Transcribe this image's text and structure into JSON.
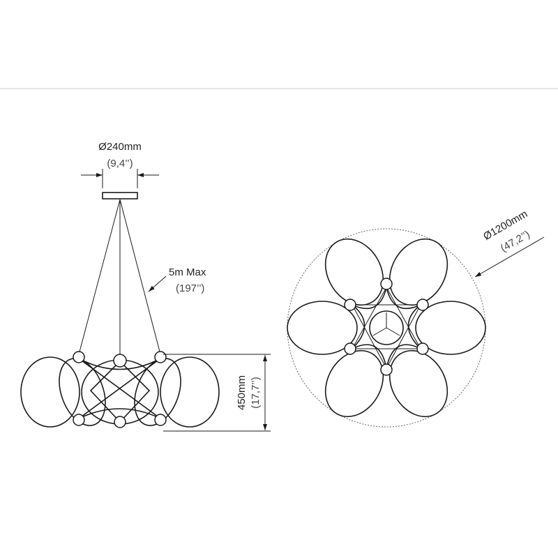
{
  "side_view": {
    "canopy_diameter": "Ø240mm",
    "canopy_diameter_in": "(9,4’’)",
    "cable_length": "5m Max",
    "cable_length_in": "(197’’)",
    "height": "450mm",
    "height_in": "(17,7’’)"
  },
  "top_view": {
    "diameter": "Ø1200mm",
    "diameter_in": "(47,2’’)"
  },
  "colors": {
    "line": "#1a1a1a",
    "rule": "#cccccc"
  }
}
